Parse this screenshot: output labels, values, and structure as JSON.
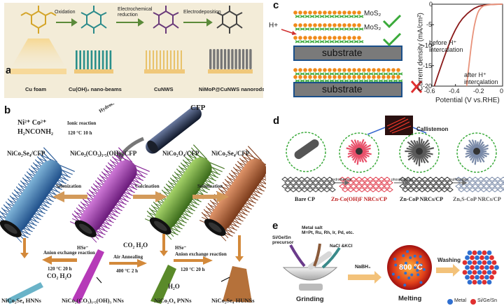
{
  "panel_a": {
    "label": "a",
    "steps": [
      "Oxidation",
      "Electrochemical\nreduction",
      "Electrodeposition"
    ],
    "items": [
      "Cu foam",
      "Cu(OH)₂ nano-beams",
      "CuNWS",
      "NiMoP@CuNWS  nanorods"
    ]
  },
  "panel_b": {
    "label": "b",
    "cfp": "CFP",
    "reactants": [
      "Ni²⁺  Co²⁺",
      "H₂NCONH₂"
    ],
    "ionic": "Ionic reaction",
    "hydrothermal": "Hydrothermal",
    "cond1": "120 °C 10 h",
    "rods": [
      "NiCo₂Se₄/CFP",
      "NiCo₂(CO₃)₁.₅(OH)₃/CFP",
      "NiCo₂O₄/CFP",
      "NiCo₂Se₄/CFP"
    ],
    "arrows": [
      "Selenization",
      "Calcination",
      "Selenization"
    ],
    "bottom": [
      "NiCo₂Se₄ HNNs",
      "NiCo₂(CO₃)₁.₅(OH)₃ NNs",
      "NiCo₂O₄ PNNs",
      "NiCo₂Se₄ HUNSs"
    ],
    "hse1": "HSe⁻",
    "anion1": "Anion exchange reaction",
    "cond2": "120 °C 20 h",
    "co2h2o": "CO₂ H₂O",
    "co2h2o_top": "CO₂ H₂O",
    "air": "Air Annealing",
    "cond3": "400 °C 2 h",
    "hse2": "HSe⁻",
    "anion2": "Anion exchange reaction",
    "cond4": "120 °C 20 h",
    "h2o": "H₂O"
  },
  "panel_c": {
    "label": "c",
    "mos2_a": "MoS₂",
    "mos2_b": "MoS₂",
    "hplus": "H+",
    "substrate": "substrate",
    "chart_data": {
      "type": "line",
      "xlabel": "Potential (V vs.RHE)",
      "ylabel": "Current density (mA/cm²)",
      "xlim": [
        -0.6,
        0.0
      ],
      "ylim": [
        -20,
        0
      ],
      "xticks": [
        "-0.6",
        "-0.4",
        "-0.2",
        "0"
      ],
      "yticks": [
        "0",
        "-5",
        "-10",
        "-15",
        "-20"
      ],
      "series": [
        {
          "name": "before H⁺ intercalation",
          "color": "#8b1a1a",
          "x": [
            -0.58,
            -0.56,
            -0.54,
            -0.52,
            -0.5,
            -0.48,
            -0.46,
            -0.44,
            -0.42,
            -0.4,
            -0.37,
            -0.34,
            -0.3,
            -0.27,
            -0.24,
            -0.2,
            -0.16,
            -0.12,
            -0.08,
            -0.04,
            0.0
          ],
          "y": [
            -20.0,
            -18.3,
            -16.6,
            -14.9,
            -13.3,
            -11.7,
            -10.2,
            -8.7,
            -7.4,
            -6.2,
            -4.7,
            -3.5,
            -2.3,
            -1.6,
            -1.0,
            -0.5,
            -0.25,
            -0.1,
            -0.05,
            -0.02,
            0.0
          ]
        },
        {
          "name": "after H⁺ intercalation",
          "color": "#e8927a",
          "x": [
            -0.305,
            -0.3,
            -0.29,
            -0.28,
            -0.27,
            -0.26,
            -0.25,
            -0.24,
            -0.23,
            -0.22,
            -0.21,
            -0.2,
            -0.18,
            -0.16,
            -0.13,
            -0.1,
            -0.06,
            -0.02,
            0.0
          ],
          "y": [
            -20.0,
            -18.5,
            -16.0,
            -13.5,
            -11.0,
            -8.9,
            -7.0,
            -5.3,
            -4.0,
            -2.9,
            -2.1,
            -1.5,
            -0.8,
            -0.4,
            -0.2,
            -0.1,
            -0.04,
            -0.01,
            0.0
          ]
        }
      ],
      "annotations": [
        "before H⁺",
        "intercalation",
        "after H⁺",
        "intercalation"
      ]
    }
  },
  "panel_d": {
    "label": "d",
    "callistemon": "Callistemon",
    "steps": [
      "hydrothermal",
      "phosphidation",
      "sulfidization"
    ],
    "items": [
      "Bare CP",
      "Zn-Co(OH)F NRCs/CP",
      "Zn-CoP NRCs/CP",
      "ZnₓS-CoP NRCs/CP"
    ]
  },
  "panel_e": {
    "label": "e",
    "precursor": [
      "Si/Ge/Sn",
      "precursor"
    ],
    "salt": [
      "Metal salt",
      "M=Pt, Ru, Rh, Ir, Pd, etc."
    ],
    "nacl": "NaCl &KCl",
    "nabh4": "NaBH₄",
    "temp": "800 °C",
    "washing": "Washing",
    "grinding": "Grinding",
    "melting": "Melting",
    "legend": [
      "Metal",
      "Si/Ge/Sn"
    ],
    "colors": {
      "metal": "#2f6fd0",
      "sige": "#e03030"
    }
  }
}
